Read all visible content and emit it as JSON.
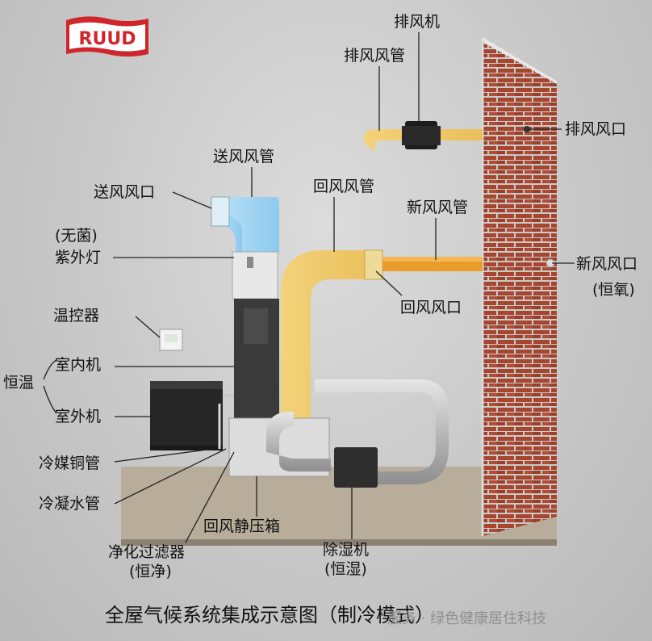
{
  "brand": {
    "logo_text": "RUUD",
    "logo_color": "#d0262b"
  },
  "labels": {
    "exhaust_fan": "排风机",
    "exhaust_duct": "排风风管",
    "exhaust_outlet": "排风风口",
    "supply_duct": "送风风管",
    "supply_outlet": "送风风口",
    "return_duct": "回风风管",
    "fresh_air_duct": "新风风管",
    "uv_lamp_top": "(无菌)",
    "uv_lamp": "紫外灯",
    "fresh_air_inlet": "新风风口",
    "fresh_air_inlet_note": "(恒氧)",
    "return_outlet": "回风风口",
    "thermostat": "温控器",
    "constant_temp": "恒温",
    "indoor_unit": "室内机",
    "outdoor_unit": "室外机",
    "refrigerant_pipe": "冷媒铜管",
    "condensate_pipe": "冷凝水管",
    "return_plenum": "回风静压箱",
    "purifier_filter": "净化过滤器",
    "purifier_note": "(恒净)",
    "dehumidifier": "除湿机",
    "dehumidifier_note": "(恒湿)"
  },
  "caption": "全屋气候系统集成示意图（制冷模式）",
  "watermark": "服务 · 绿色健康居住科技"
}
